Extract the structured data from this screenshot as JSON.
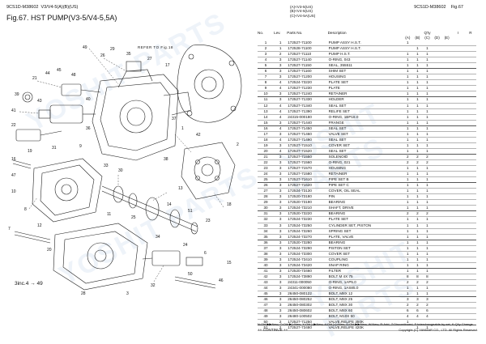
{
  "header": {
    "code_left": "9CS1D-M38602",
    "model": "V3/V4-5(A)(B)(US)",
    "code_right": "9CS1D-M38602",
    "fig_ref": "Fig.67",
    "title": "Fig.67.  HST PUMP(V3-5/V4-5,5A)"
  },
  "variants": [
    "(A)<V3-5(US)",
    "(B)<V4-5(US)",
    "(C)<V4-5A(US)"
  ],
  "diagram": {
    "refer_text": "REFER TO Fig.18",
    "incl_note": "3inc.4 → 49",
    "callouts": [
      "49",
      "26",
      "29",
      "35",
      "27",
      "17",
      "1",
      "21",
      "44",
      "45",
      "48",
      "39",
      "43",
      "40",
      "41",
      "36",
      "22",
      "30",
      "19",
      "31",
      "9",
      "33",
      "38",
      "37",
      "42",
      "2",
      "13",
      "16",
      "47",
      "10",
      "8",
      "12",
      "11",
      "25",
      "14",
      "51",
      "23",
      "18",
      "34",
      "24",
      "20",
      "28",
      "7",
      "32",
      "50",
      "3",
      "46",
      "6",
      "15"
    ]
  },
  "table": {
    "headers": {
      "no": "No.",
      "lev": "Lev.",
      "parts": "Parts No.",
      "desc": "Description",
      "qty": "Q'ty",
      "i": "I",
      "r": "R"
    },
    "variant_cols": [
      "(A)",
      "(B)",
      "(C)",
      "(D)",
      "(E)"
    ],
    "rows": [
      {
        "no": "1",
        "lev": "1",
        "parts": "172527-71100",
        "desc": "PUMP ASSY H.S.T.",
        "a": "1",
        "b": "",
        "c": ""
      },
      {
        "no": "2",
        "lev": "1",
        "parts": "172528-71100",
        "desc": "PUMP ASSY H.S.T.",
        "a": "",
        "b": "1",
        "c": "1"
      },
      {
        "no": "3",
        "lev": "2",
        "parts": "172527-71110",
        "desc": "PUMP H.S.T.",
        "a": "1",
        "b": "1",
        "c": "1"
      },
      {
        "no": "4",
        "lev": "3",
        "parts": "172527-71140",
        "desc": "O-RING, 043",
        "a": "1",
        "b": "1",
        "c": "1"
      },
      {
        "no": "5",
        "lev": "3",
        "parts": "172527-71150",
        "desc": "SEAL, 355511",
        "a": "1",
        "b": "1",
        "c": "1"
      },
      {
        "no": "6",
        "lev": "3",
        "parts": "172527-71160",
        "desc": "SHIM SET",
        "a": "1",
        "b": "1",
        "c": "1"
      },
      {
        "no": "7",
        "lev": "3",
        "parts": "172527-71200",
        "desc": "HOUSING",
        "a": "1",
        "b": "1",
        "c": "1"
      },
      {
        "no": "8",
        "lev": "4",
        "parts": "172524-73220",
        "desc": "PLATE SET",
        "a": "1",
        "b": "1",
        "c": "1"
      },
      {
        "no": "9",
        "lev": "4",
        "parts": "172527-71230",
        "desc": "PLATE",
        "a": "1",
        "b": "1",
        "c": "1"
      },
      {
        "no": "10",
        "lev": "3",
        "parts": "172527-71240",
        "desc": "RETAINER",
        "a": "1",
        "b": "1",
        "c": "1"
      },
      {
        "no": "11",
        "lev": "3",
        "parts": "172527-71330",
        "desc": "HOLDER",
        "a": "1",
        "b": "1",
        "c": "1"
      },
      {
        "no": "12",
        "lev": "4",
        "parts": "172527-71340",
        "desc": "SEAL SET",
        "a": "1",
        "b": "1",
        "c": "1"
      },
      {
        "no": "13",
        "lev": "4",
        "parts": "172527-71390",
        "desc": "RELIFE SET",
        "a": "1",
        "b": "1",
        "c": "1"
      },
      {
        "no": "14",
        "lev": "4",
        "parts": "24315-000180",
        "desc": "O-RING, 1BP18.0",
        "a": "1",
        "b": "1",
        "c": "1"
      },
      {
        "no": "15",
        "lev": "3",
        "parts": "172527-71440",
        "desc": "FRANGE",
        "a": "1",
        "b": "1",
        "c": "1"
      },
      {
        "no": "16",
        "lev": "4",
        "parts": "172527-71450",
        "desc": "SEAL SET",
        "a": "1",
        "b": "1",
        "c": "1"
      },
      {
        "no": "17",
        "lev": "3",
        "parts": "172527-71460",
        "desc": "VALVE SET",
        "a": "1",
        "b": "1",
        "c": "1"
      },
      {
        "no": "18",
        "lev": "4",
        "parts": "172527-71490",
        "desc": "SEAL SET",
        "a": "1",
        "b": "1",
        "c": "1"
      },
      {
        "no": "19",
        "lev": "3",
        "parts": "172527-71510",
        "desc": "COVER SET",
        "a": "1",
        "b": "1",
        "c": "1"
      },
      {
        "no": "20",
        "lev": "4",
        "parts": "172527-71520",
        "desc": "SEAL SET",
        "a": "1",
        "b": "1",
        "c": "1"
      },
      {
        "no": "21",
        "lev": "3",
        "parts": "172527-71550",
        "desc": "SOLENOID",
        "a": "2",
        "b": "2",
        "c": "2"
      },
      {
        "no": "22",
        "lev": "3",
        "parts": "172527-71560",
        "desc": "O-RING, 021",
        "a": "2",
        "b": "2",
        "c": "2"
      },
      {
        "no": "23",
        "lev": "3",
        "parts": "172527-71570",
        "desc": "HOUSING",
        "a": "1",
        "b": "1",
        "c": "1"
      },
      {
        "no": "24",
        "lev": "3",
        "parts": "172527-71580",
        "desc": "RETAINER",
        "a": "1",
        "b": "1",
        "c": "1"
      },
      {
        "no": "25",
        "lev": "3",
        "parts": "172527-71610",
        "desc": "PIPE SET B",
        "a": "1",
        "b": "1",
        "c": "1"
      },
      {
        "no": "26",
        "lev": "3",
        "parts": "172527-71620",
        "desc": "PIPE SET C",
        "a": "1",
        "b": "1",
        "c": "1"
      },
      {
        "no": "27",
        "lev": "3",
        "parts": "172524-73130",
        "desc": "COVER, OIL SEAL",
        "a": "1",
        "b": "1",
        "c": "1"
      },
      {
        "no": "28",
        "lev": "3",
        "parts": "172520-73180",
        "desc": "PIN",
        "a": "1",
        "b": "1",
        "c": "1"
      },
      {
        "no": "29",
        "lev": "3",
        "parts": "172520-73190",
        "desc": "BEARING",
        "a": "1",
        "b": "1",
        "c": "1"
      },
      {
        "no": "30",
        "lev": "3",
        "parts": "172524-73210",
        "desc": "SHAFT, DRIVE",
        "a": "1",
        "b": "1",
        "c": "1"
      },
      {
        "no": "31",
        "lev": "3",
        "parts": "172520-73220",
        "desc": "BEARING",
        "a": "2",
        "b": "2",
        "c": "2"
      },
      {
        "no": "32",
        "lev": "3",
        "parts": "172524-73230",
        "desc": "PLATE SET",
        "a": "1",
        "b": "1",
        "c": "1"
      },
      {
        "no": "33",
        "lev": "3",
        "parts": "172524-73250",
        "desc": "CYLINDER SET, PISTON",
        "a": "1",
        "b": "1",
        "c": "1"
      },
      {
        "no": "34",
        "lev": "3",
        "parts": "172524-73260",
        "desc": "SPRING SET",
        "a": "1",
        "b": "1",
        "c": "1"
      },
      {
        "no": "35",
        "lev": "3",
        "parts": "172524-73270",
        "desc": "PLATE, VALVE",
        "a": "1",
        "b": "1",
        "c": "1"
      },
      {
        "no": "36",
        "lev": "3",
        "parts": "172520-73280",
        "desc": "BEARING",
        "a": "1",
        "b": "1",
        "c": "1"
      },
      {
        "no": "37",
        "lev": "3",
        "parts": "172524-73290",
        "desc": "PISTON SET",
        "a": "1",
        "b": "1",
        "c": "1"
      },
      {
        "no": "38",
        "lev": "3",
        "parts": "172524-73300",
        "desc": "COVER SET",
        "a": "1",
        "b": "1",
        "c": "1"
      },
      {
        "no": "39",
        "lev": "3",
        "parts": "172524-73410",
        "desc": "COUPLING",
        "a": "1",
        "b": "1",
        "c": "1"
      },
      {
        "no": "40",
        "lev": "3",
        "parts": "172524-73420",
        "desc": "SNAP RING",
        "a": "1",
        "b": "1",
        "c": "1"
      },
      {
        "no": "41",
        "lev": "3",
        "parts": "172520-73460",
        "desc": "FILTER",
        "a": "1",
        "b": "1",
        "c": "1"
      },
      {
        "no": "42",
        "lev": "3",
        "parts": "172524-73890",
        "desc": "BOLT M 4X 75",
        "a": "8",
        "b": "8",
        "c": "8"
      },
      {
        "no": "43",
        "lev": "3",
        "parts": "24311-000050",
        "desc": "O-RING, 1AP5.0",
        "a": "2",
        "b": "2",
        "c": "2"
      },
      {
        "no": "44",
        "lev": "3",
        "parts": "24341-000080",
        "desc": "O-RING, 1AS85.0",
        "a": "1",
        "b": "1",
        "c": "1"
      },
      {
        "no": "45",
        "lev": "3",
        "parts": "26450-080122",
        "desc": "BOLT, M8X 12",
        "a": "1",
        "b": "1",
        "c": "1"
      },
      {
        "no": "46",
        "lev": "3",
        "parts": "26450-080252",
        "desc": "BOLT, M8X 25",
        "a": "3",
        "b": "3",
        "c": "3"
      },
      {
        "no": "47",
        "lev": "3",
        "parts": "26450-080302",
        "desc": "BOLT, M8X 30",
        "a": "2",
        "b": "2",
        "c": "2"
      },
      {
        "no": "48",
        "lev": "3",
        "parts": "26450-080602",
        "desc": "BOLT, M8X 60",
        "a": "6",
        "b": "6",
        "c": "6"
      },
      {
        "no": "49",
        "lev": "3",
        "parts": "26480-100502",
        "desc": "BOLT, M10X 50",
        "a": "4",
        "b": "4",
        "c": "4"
      },
      {
        "no": "50",
        "lev": "2",
        "parts": "172527-71250",
        "desc": "VALVE,RELIFE 350K",
        "a": "1",
        "b": "",
        "c": ""
      },
      {
        "no": "51",
        "lev": "2",
        "parts": "172527-73480",
        "desc": "VALVE,RELIFE 420K",
        "a": "",
        "b": "1",
        "c": "1"
      }
    ]
  },
  "footer": {
    "legend": "N:Old ▶▶New, O:Old ▶▷New, X:Old ▷▶New, #:Old ▷▷New, S:Old ▶▶New, W:New, R:Add, Z:Discontinued, F:Interchangeable by set, K:Q'ty Change",
    "continue": "++ CONTINUE ++",
    "copyright": "Copyright (C)  YANMAR CO., LTD. All Rights Reserved."
  },
  "colors": {
    "watermark": "#78a0cd",
    "rule": "#b4b4b4"
  }
}
